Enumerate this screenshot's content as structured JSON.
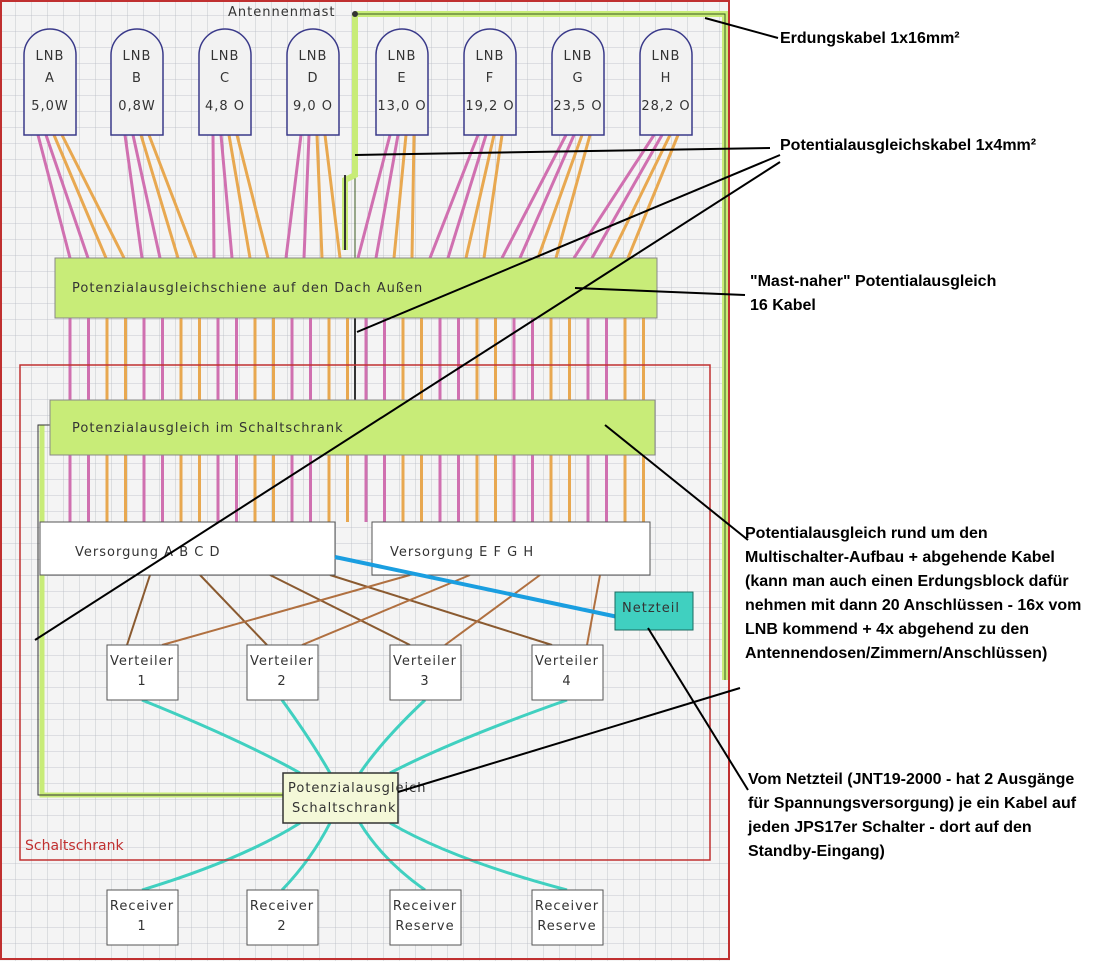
{
  "mast_label": "Antennenmast",
  "lnbs": [
    {
      "title": "LNB",
      "letter": "A",
      "position": "5,0W"
    },
    {
      "title": "LNB",
      "letter": "B",
      "position": "0,8W"
    },
    {
      "title": "LNB",
      "letter": "C",
      "position": "4,8 O"
    },
    {
      "title": "LNB",
      "letter": "D",
      "position": "9,0 O"
    },
    {
      "title": "LNB",
      "letter": "E",
      "position": "13,0 O"
    },
    {
      "title": "LNB",
      "letter": "F",
      "position": "19,2 O"
    },
    {
      "title": "LNB",
      "letter": "G",
      "position": "23,5 O"
    },
    {
      "title": "LNB",
      "letter": "H",
      "position": "28,2 O"
    }
  ],
  "bar_roof": "Potenzialausgleichschiene auf den Dach Außen",
  "bar_cabinet": "Potenzialausgleich im Schaltschrank",
  "supply_left": "Versorgung A B C D",
  "supply_right": "Versorgung E F G H",
  "power_supply": "Netzteil",
  "splitters": [
    {
      "label": "Verteiler",
      "num": "1"
    },
    {
      "label": "Verteiler",
      "num": "2"
    },
    {
      "label": "Verteiler",
      "num": "3"
    },
    {
      "label": "Verteiler",
      "num": "4"
    }
  ],
  "cabinet_bonding": [
    "Potenzialausgleich",
    "Schaltschrank"
  ],
  "receivers": [
    {
      "label": "Receiver",
      "sub": "1"
    },
    {
      "label": "Receiver",
      "sub": "2"
    },
    {
      "label": "Receiver",
      "sub": "Reserve"
    },
    {
      "label": "Receiver",
      "sub": "Reserve"
    }
  ],
  "cabinet_label": "Schaltschrank",
  "annotations": {
    "earth": "Erdungskabel 1x16mm²",
    "bonding_cable": "Potentialausgleichskabel 1x4mm²",
    "mast_near": [
      "\"Mast-naher\" Potentialausgleich",
      "16 Kabel"
    ],
    "around_multiswitch": "Potentialausgleich rund um den Multischalter-Aufbau + abgehende Kabel (kann man auch einen Erdungsblock dafür nehmen mit dann 20 Anschlüssen - 16x vom LNB kommend + 4x abgehend zu den Antennendosen/Zimmern/Anschlüssen)",
    "power": "Vom Netzteil (JNT19-2000 - hat 2 Ausgänge für Spannungsversorgung) je ein Kabel auf jeden JPS17er Schalter - dort auf den Standby-Eingang)"
  },
  "colors": {
    "green": "#c8ec78",
    "pink": "#d070b0",
    "orange": "#e8a850",
    "teal": "#40d0c0",
    "blue": "#1a9ee0",
    "red": "#c03030"
  }
}
